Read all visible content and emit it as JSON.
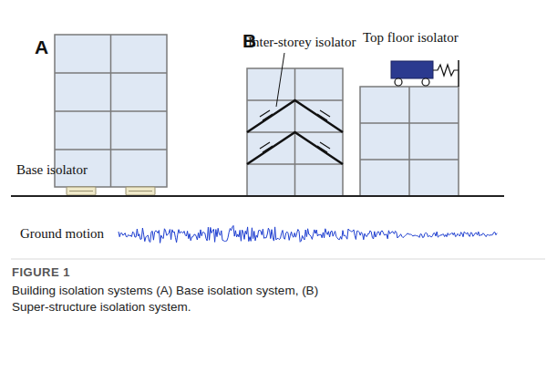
{
  "diagram": {
    "caption": "Building isolation systems (A) Base isolation system, (B) Super-structure isolation system.",
    "labels": [
      "A",
      "B",
      "Base isolator",
      "Inter-storey isolator",
      "Top floor isolator",
      "Ground motion",
      "FIGURE 1"
    ]
  }
}
